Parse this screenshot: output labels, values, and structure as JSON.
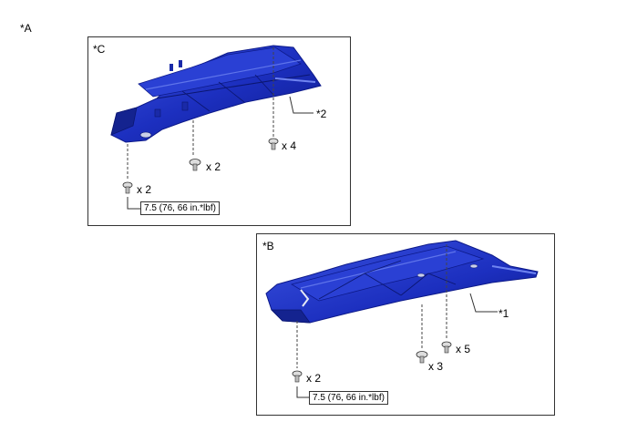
{
  "labels": {
    "figure": "*A",
    "panel_c": "*C",
    "panel_b": "*B",
    "callout_2": "*2",
    "callout_1": "*1"
  },
  "panel_c": {
    "qty_a": "x 4",
    "qty_b": "x 2",
    "qty_c": "x 2",
    "torque": "7.5 (76, 66 in.*lbf)"
  },
  "panel_b": {
    "qty_a": "x 5",
    "qty_b": "x 3",
    "qty_c": "x 2",
    "torque": "7.5 (76, 66 in.*lbf)"
  },
  "colors": {
    "cover_main": "#1c2fbf",
    "cover_dark": "#0d1a8a",
    "cover_light": "#3a52e0",
    "line": "#333333"
  }
}
